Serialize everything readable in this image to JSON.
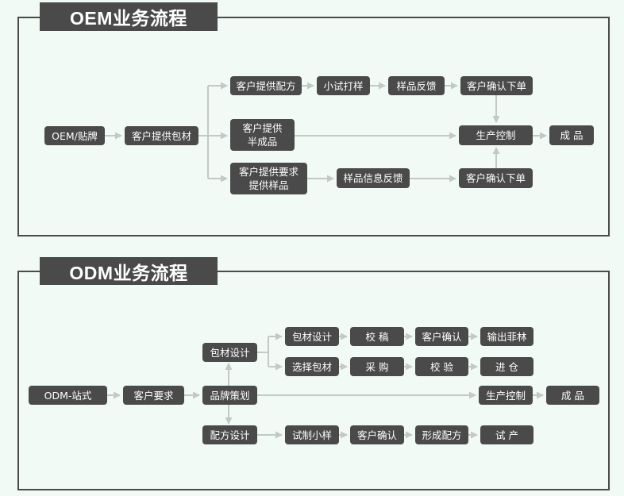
{
  "oem": {
    "title": "OEM业务流程",
    "nodes": {
      "oem_tiepai": "OEM/贴牌",
      "kehu_tigong_bacai": "客户提供包材",
      "kehu_tigong_peifang": "客户提供配方",
      "xiaoshi_dayang": "小试打样",
      "yangpin_fankui": "样品反馈",
      "kehu_queren_xiadan_1": "客户确认下单",
      "kehu_tigong_banchengpin": "客户提供\n半成品",
      "shengchan_kongzhi": "生产控制",
      "chengpin": "成 品",
      "kehu_tigong_yaoqiu_yangpin": "客户提供要求\n提供样品",
      "yangpin_xinxi_fankui": "样品信息反馈",
      "kehu_queren_xiadan_2": "客户确认下单"
    }
  },
  "odm": {
    "title": "ODM业务流程",
    "nodes": {
      "odm_yizhanshi": "ODM-站式",
      "kehu_yaoqiu": "客户要求",
      "pinpai_cehua": "品牌策划",
      "bacai_sheji": "包材设计",
      "peifang_sheji": "配方设计",
      "bacai_sheji_2": "包材设计",
      "jiaogao": "校 稿",
      "kehu_queren_1": "客户确认",
      "shuchu_feilin": "输出菲林",
      "xuanze_bacai": "选择包材",
      "caigou": "采 购",
      "jiaoyan": "校 验",
      "jincang": "进 仓",
      "shengchan_kongzhi": "生产控制",
      "chengpin": "成 品",
      "shizhi_xiaoyang": "试制小样",
      "kehu_queren_2": "客户确认",
      "xingcheng_peifang": "形成配方",
      "shichan": "试 产"
    }
  },
  "colors": {
    "node": "#4a4a4a",
    "arrow": "#c3c9c5",
    "background": "#f1faf4"
  }
}
